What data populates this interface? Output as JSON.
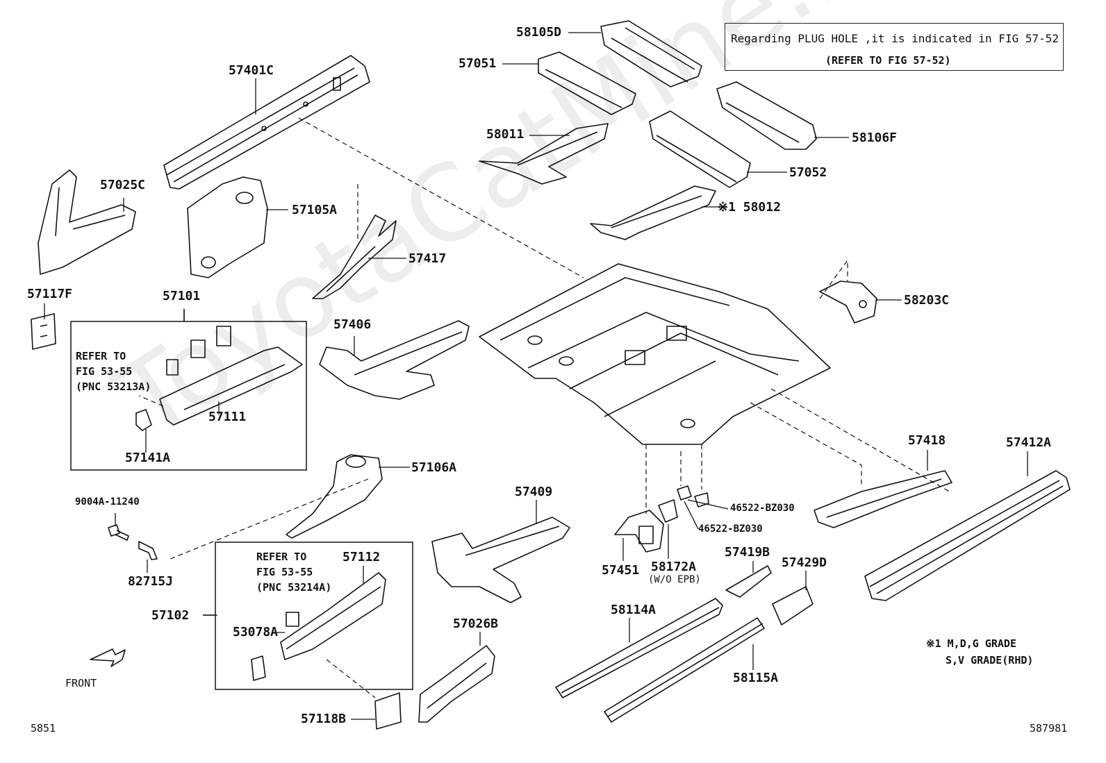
{
  "note": {
    "line1": "Regarding PLUG HOLE ,it is indicated in FIG 57-52",
    "line2": "(REFER TO FIG 57-52)"
  },
  "labels": {
    "p58105D": "58105D",
    "p57051": "57051",
    "p57401C": "57401C",
    "p58011": "58011",
    "p58106F": "58106F",
    "p57052": "57052",
    "p58012": "※1 58012",
    "p57025C": "57025C",
    "p57105A": "57105A",
    "p57417": "57417",
    "p58203C": "58203C",
    "p57117F": "57117F",
    "p57101": "57101",
    "p57406": "57406",
    "p57111": "57111",
    "p57141A": "57141A",
    "p57106A": "57106A",
    "p57418": "57418",
    "p57412A": "57412A",
    "p9004A": "9004A-11240",
    "p82715J": "82715J",
    "p57409": "57409",
    "p46522a": "46522-BZ030",
    "p46522b": "46522-BZ030",
    "p57112": "57112",
    "p57102": "57102",
    "p53078A": "53078A",
    "p57451": "57451",
    "p58172A": "58172A",
    "p58172Asub": "(W/O EPB)",
    "p57419B": "57419B",
    "p57429D": "57429D",
    "p58114A": "58114A",
    "p57026B": "57026B",
    "p58115A": "58115A",
    "p57118B": "57118B"
  },
  "refer_boxes": {
    "upper": [
      "REFER TO",
      "FIG 53-55",
      "(PNC 53213A)"
    ],
    "lower": [
      "REFER TO",
      "FIG 53-55",
      "(PNC 53214A)"
    ]
  },
  "footnote": {
    "line1": "※1 M,D,G GRADE",
    "line2": "S,V GRADE(RHD)"
  },
  "front_label": "FRONT",
  "page_left": "5851",
  "page_right": "587981",
  "watermark": "ToyotaCatMine.ru"
}
